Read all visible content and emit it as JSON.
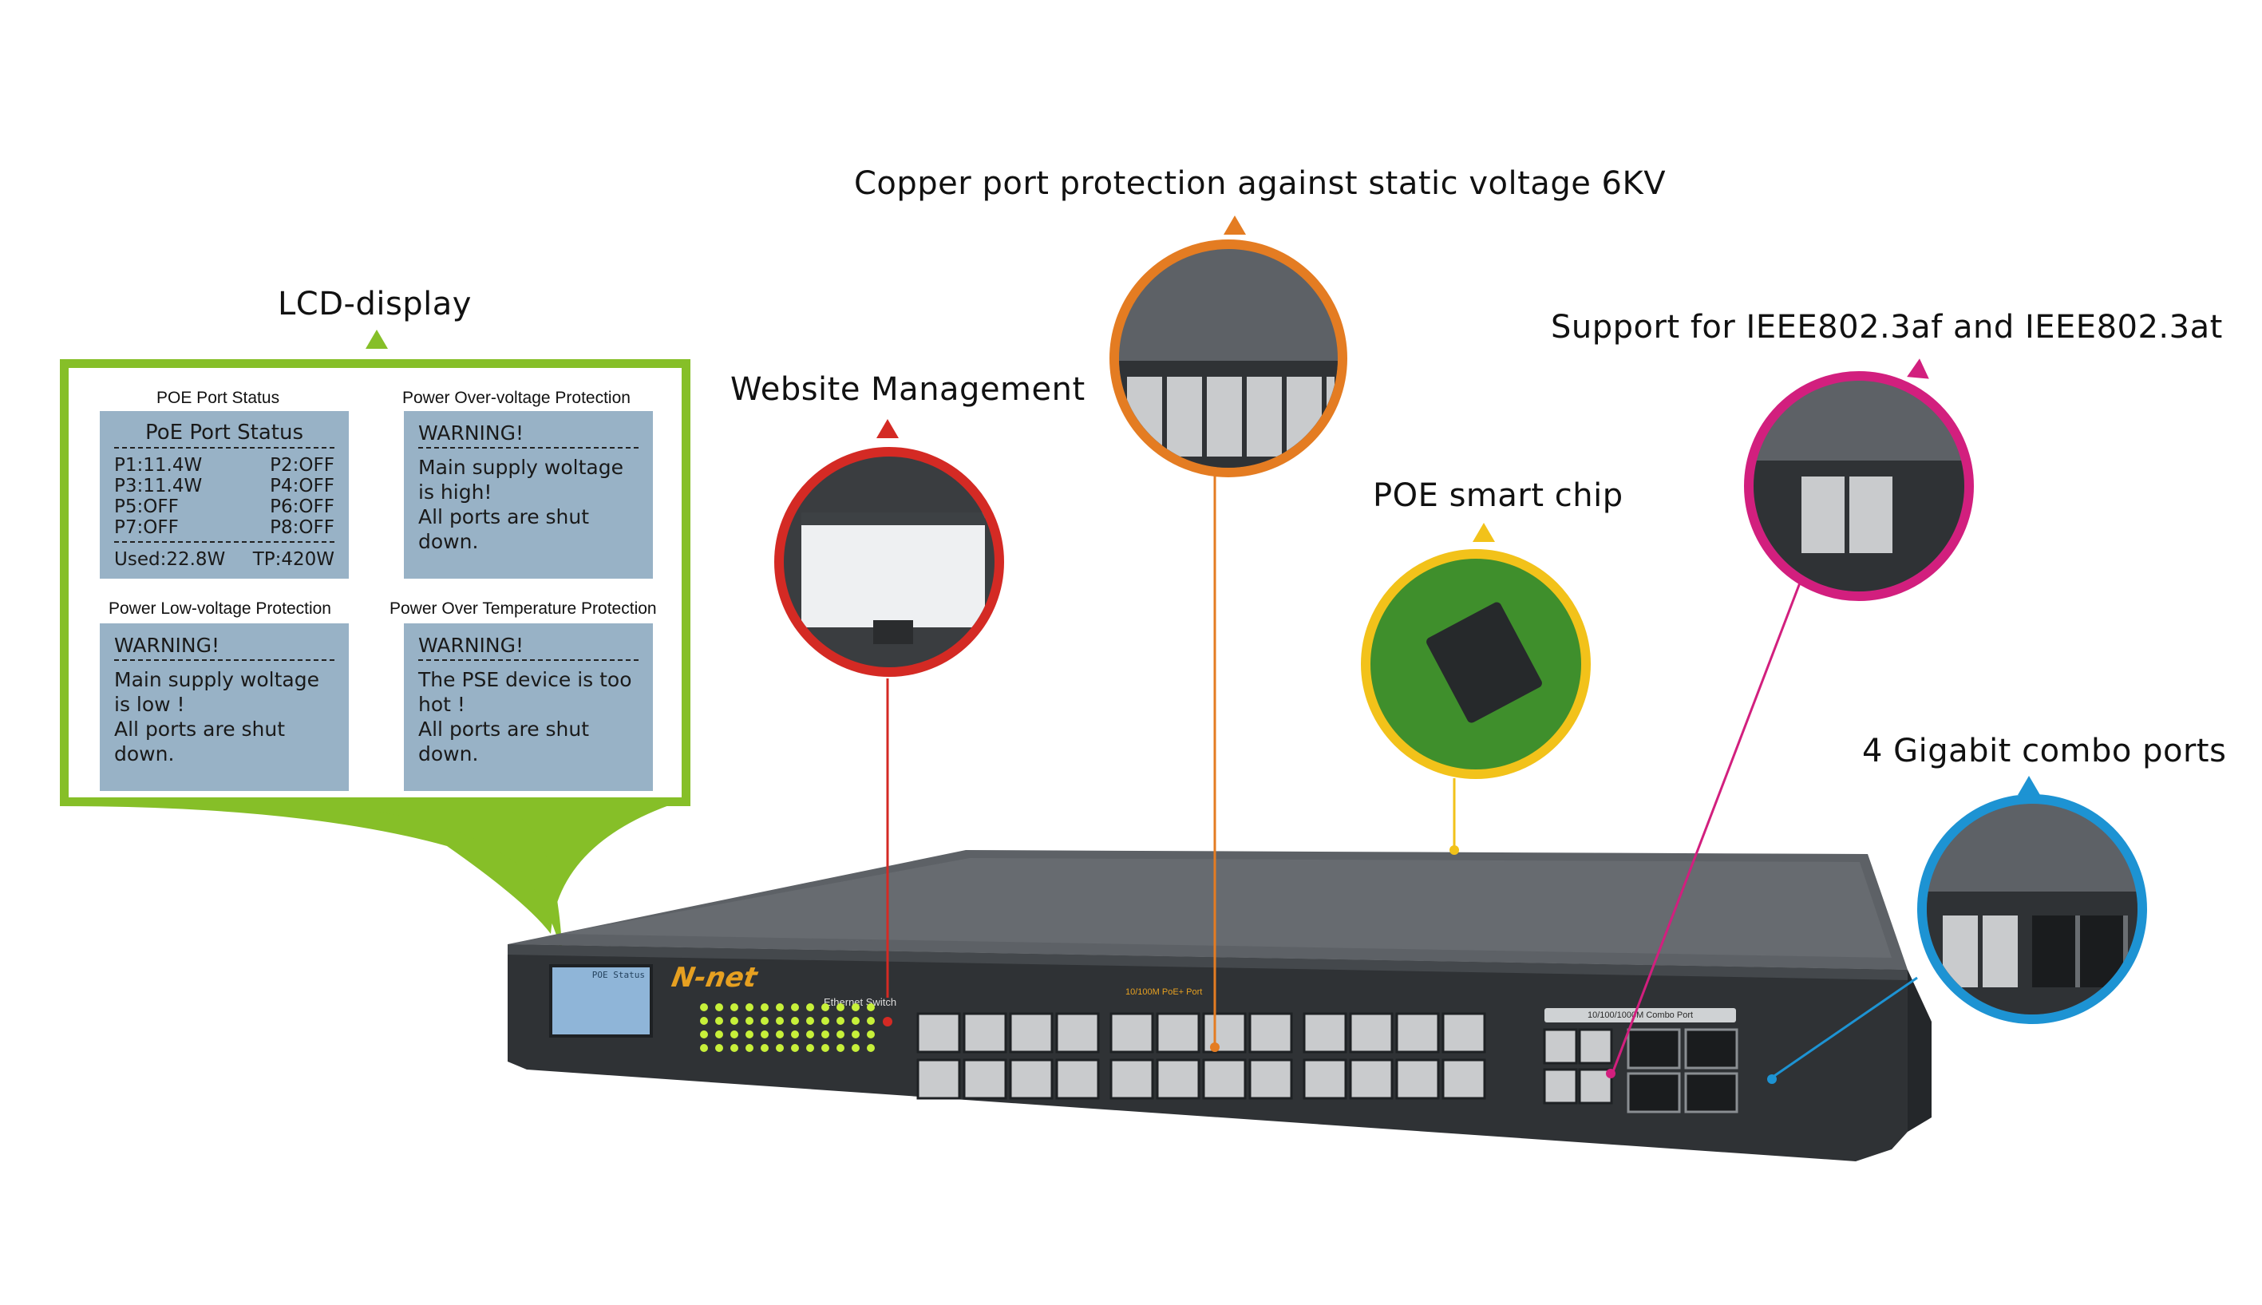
{
  "headings": {
    "lcd_display": "LCD-display",
    "website_management": "Website Management",
    "copper_protection": "Copper port protection against static voltage 6KV",
    "poe_chip": "POE smart chip",
    "ieee_support": "Support for IEEE802.3af and IEEE802.3at",
    "combo_ports": "4 Gigabit combo ports"
  },
  "lcd_panels": {
    "poe_status": {
      "caption": "POE Port Status",
      "title": "PoE Port Status",
      "rows": [
        [
          "P1:11.4W",
          "P2:OFF"
        ],
        [
          "P3:11.4W",
          "P4:OFF"
        ],
        [
          "P5:OFF",
          "P6:OFF"
        ],
        [
          "P7:OFF",
          "P8:OFF"
        ]
      ],
      "footer_left": "Used:22.8W",
      "footer_right": "TP:420W"
    },
    "over_voltage": {
      "caption": "Power Over-voltage Protection",
      "title": "WARNING!",
      "body": [
        "Main supply woltage",
        "is high!",
        "All ports are shut",
        "down."
      ]
    },
    "low_voltage": {
      "caption": "Power Low-voltage Protection",
      "title": "WARNING!",
      "body": [
        "Main supply woltage",
        "is low !",
        "All ports are shut",
        "down."
      ]
    },
    "over_temp": {
      "caption": "Power Over Temperature Protection",
      "title": "WARNING!",
      "body": [
        "The PSE device is too",
        "hot !",
        "All ports are shut",
        "down."
      ]
    }
  },
  "device": {
    "brand": "N-net",
    "label_switch": "Ethernet Switch",
    "label_poe": "10/100M PoE+ Port",
    "label_combo": "10/100/1000M Combo Port",
    "lcd_mini_title": "POE Status"
  },
  "colors": {
    "lcd": "#86bf28",
    "web": "#d42a24",
    "copper": "#e47c22",
    "chip": "#f2c21a",
    "ieee": "#d21f7e",
    "combo": "#1d93d3",
    "lcd_screen": "#98b2c6"
  }
}
